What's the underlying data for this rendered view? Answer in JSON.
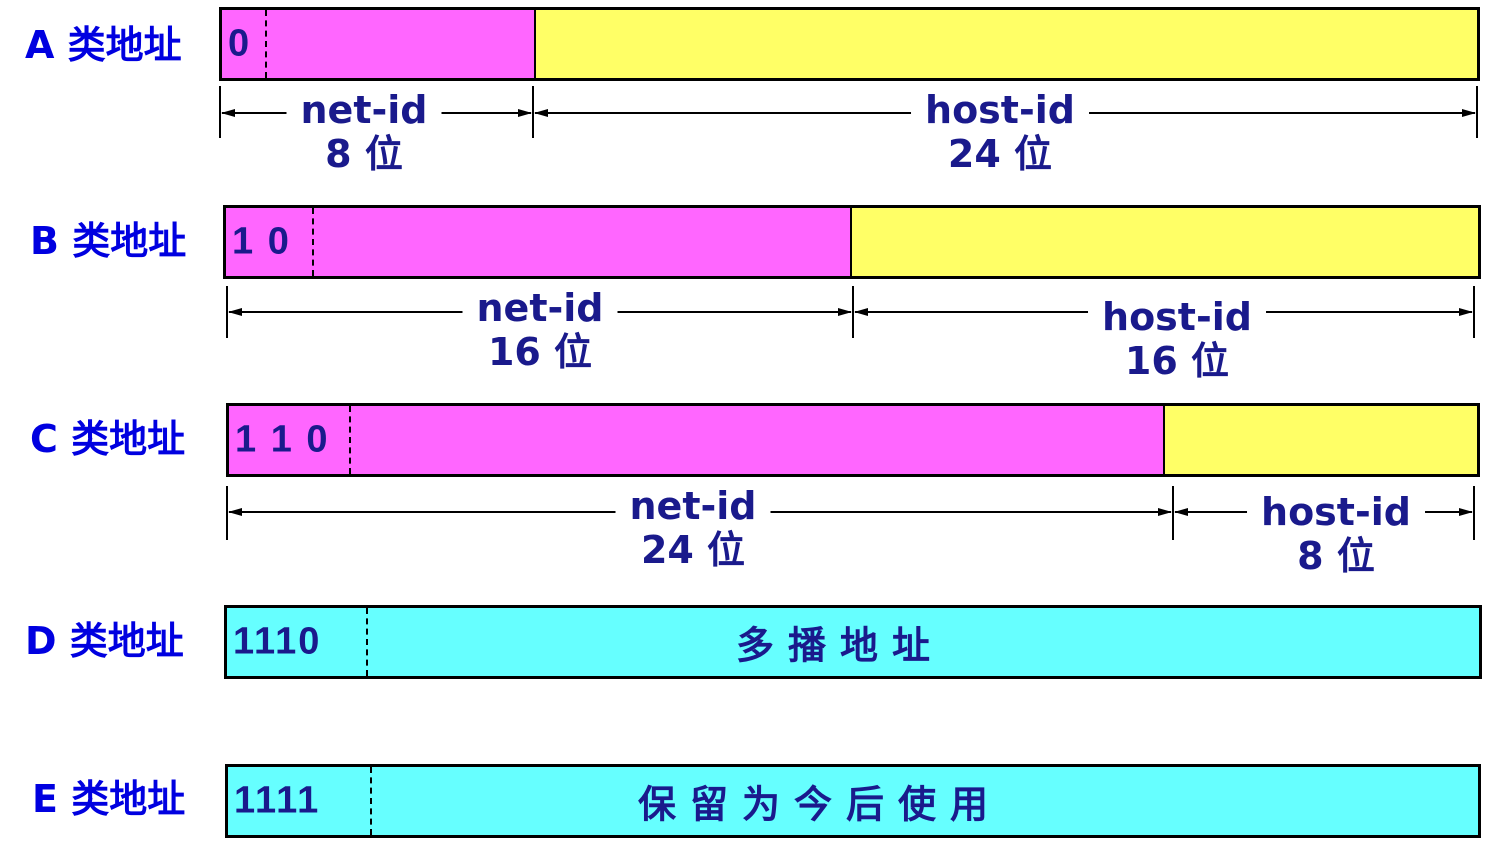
{
  "colors": {
    "label": "#0000e0",
    "text": "#1a1a8c",
    "net": "#ff66ff",
    "host": "#ffff66",
    "reserved": "#66ffff"
  },
  "classes": [
    {
      "label": "A 类地址",
      "prefix": "0",
      "net_fraction": 0.25,
      "net": {
        "name": "net-id",
        "bits": "8 位"
      },
      "host": {
        "name": "host-id",
        "bits": "24 位"
      }
    },
    {
      "label": "B 类地址",
      "prefix": "1 0",
      "net_fraction": 0.5,
      "net": {
        "name": "net-id",
        "bits": "16 位"
      },
      "host": {
        "name": "host-id",
        "bits": "16 位"
      }
    },
    {
      "label": "C 类地址",
      "prefix": "1 1 0",
      "net_fraction": 0.75,
      "net": {
        "name": "net-id",
        "bits": "24 位"
      },
      "host": {
        "name": "host-id",
        "bits": "8 位"
      }
    },
    {
      "label": "D 类地址",
      "prefix": "1110",
      "text": "多播地址"
    },
    {
      "label": "E 类地址",
      "prefix": "1111",
      "text": "保留为今后使用"
    }
  ]
}
